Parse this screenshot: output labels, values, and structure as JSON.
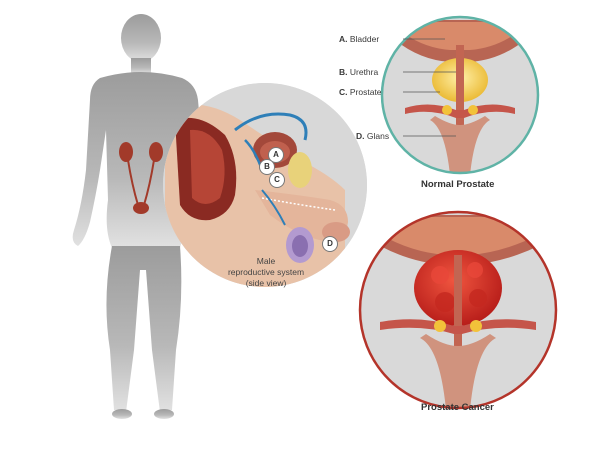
{
  "labels": {
    "bladder": {
      "letter": "A.",
      "text": "Bladder"
    },
    "urethra": {
      "letter": "B.",
      "text": "Urethra"
    },
    "prostate": {
      "letter": "C.",
      "text": "Prostate"
    },
    "glans": {
      "letter": "D.",
      "text": "Glans"
    }
  },
  "markers": [
    "A",
    "B",
    "C",
    "D"
  ],
  "side_view_caption": [
    "Male",
    "reproductive system",
    "(side view)"
  ],
  "normal_caption": "Normal Prostate",
  "cancer_caption": "Prostate Cancer",
  "colors": {
    "silhouette": "#a9a9a9",
    "normal_ring": "#5fb3a6",
    "cancer_ring": "#b4342a",
    "tumor": "#d8322a",
    "gland_yellow": "#f2c23a",
    "tissue": "#c98a78"
  }
}
